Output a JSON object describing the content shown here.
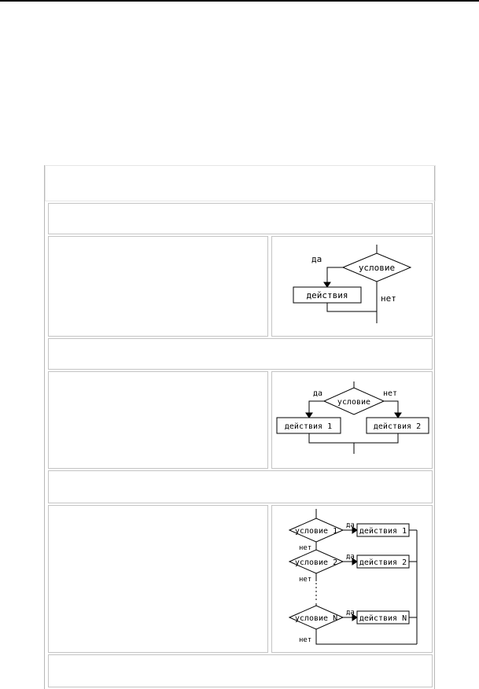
{
  "labels": {
    "yes": "да",
    "no": "нет",
    "condition": "условие",
    "actions": "действия",
    "actions_1": "действия 1",
    "actions_2": "действия 2",
    "condition_1": "условие 1",
    "condition_2": "условие 2",
    "condition_n": "условие N",
    "actions_n": "действия N"
  },
  "colors": {
    "line": "#000000",
    "cell_border": "#c4c4c4"
  }
}
